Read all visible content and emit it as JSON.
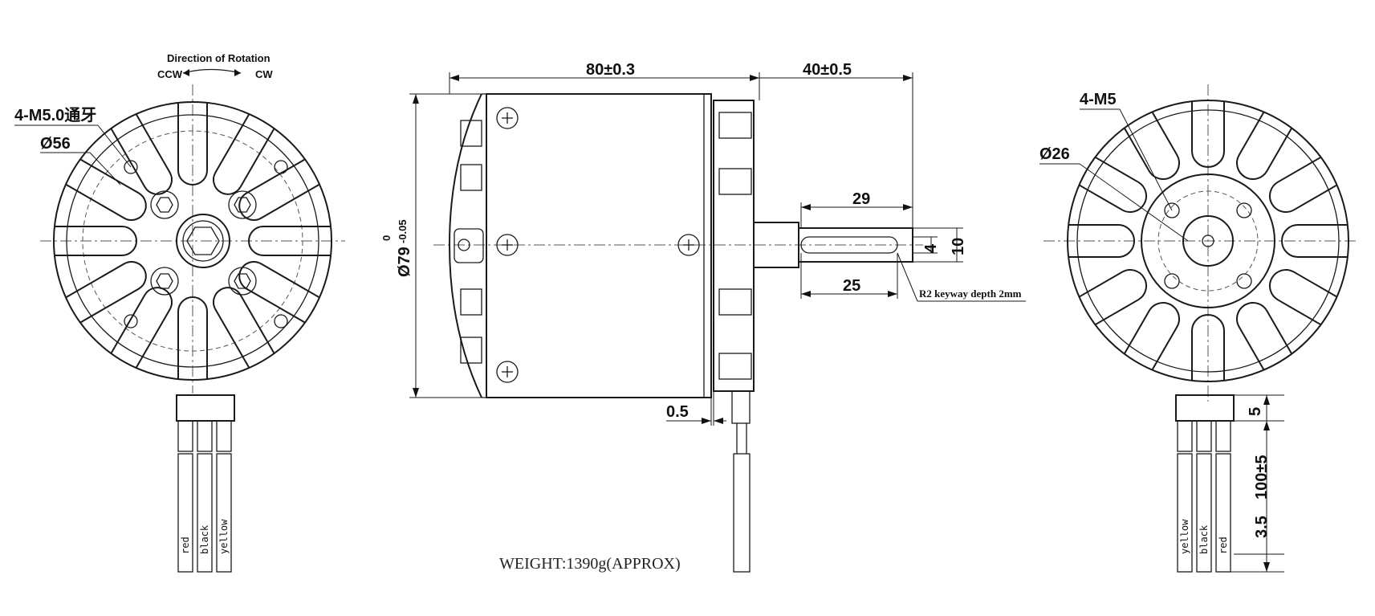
{
  "labels": {
    "rotation_title": "Direction of Rotation",
    "ccw": "CCW",
    "cw": "CW",
    "thread_front": "4-M5.0通牙",
    "dia_front": "Ø56",
    "thread_rear": "4-M5",
    "dia_rear": "Ø26",
    "length_body": "80±0.3",
    "length_shaft": "40±0.5",
    "dia_body": "Ø79",
    "dia_tol_upper": "0",
    "dia_tol_lower": "-0.05",
    "shaft_29": "29",
    "shaft_25": "25",
    "keyway_4": "4",
    "keyway_10": "10",
    "keyway_note": "R2 keyway depth 2mm",
    "gap_05": "0.5",
    "lead_5": "5",
    "lead_100": "100±5",
    "lead_35": "3.5",
    "weight": "WEIGHT:1390g(APPROX)"
  },
  "wires_front": [
    "red",
    "black",
    "yellow"
  ],
  "wires_rear": [
    "yellow",
    "black",
    "red"
  ]
}
